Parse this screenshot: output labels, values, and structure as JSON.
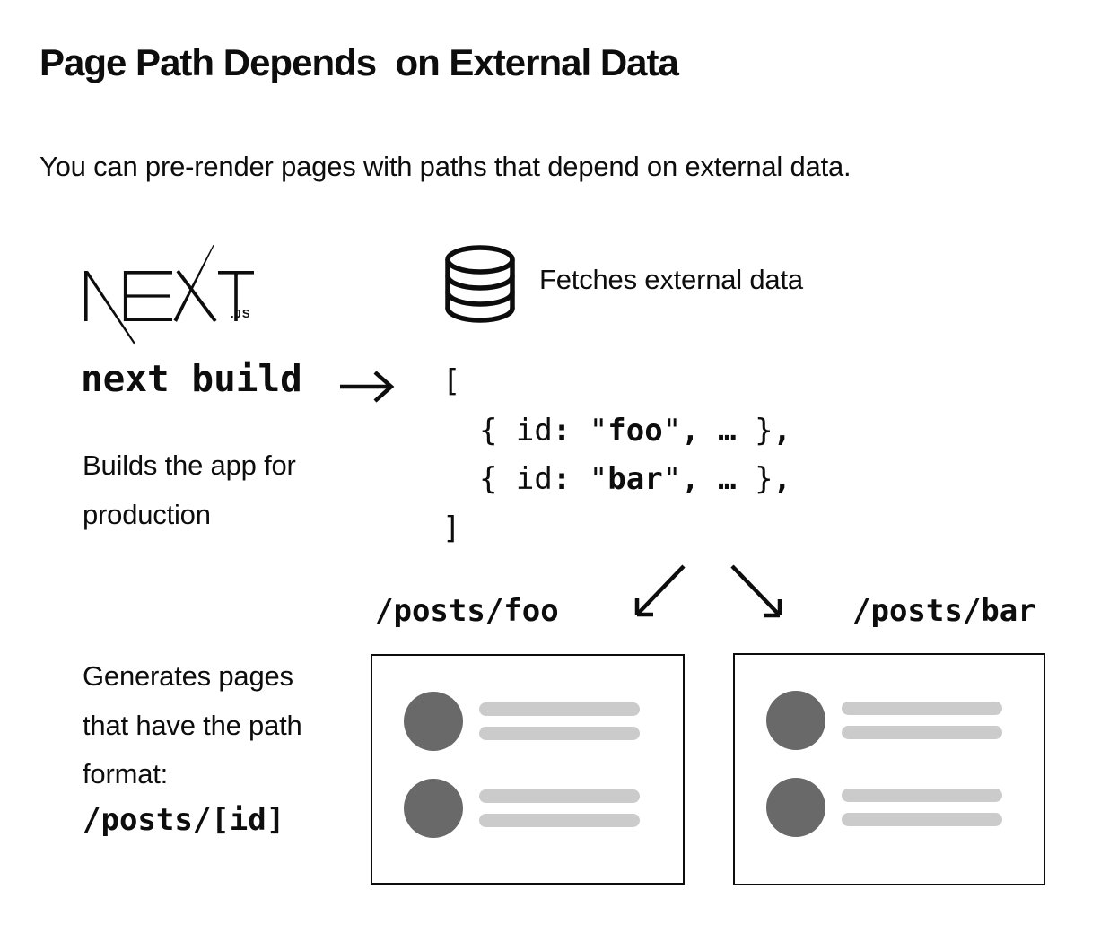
{
  "page": {
    "background_color": "#ffffff",
    "ink_color": "#0d0d0d"
  },
  "header": {
    "title": "Page Path Depends  on External Data",
    "subtitle": "You can pre-render pages with paths that depend on external data."
  },
  "build_section": {
    "logo_suffix": ".JS",
    "fetch_label": "Fetches external data",
    "command": "next build",
    "command_caption": "Builds the app for\nproduction",
    "code_lines": [
      [
        {
          "text": "[",
          "bold": false
        }
      ],
      [
        {
          "text": "  { id",
          "bold": false
        },
        {
          "text": ":",
          "bold": true
        },
        {
          "text": " \"",
          "bold": false
        },
        {
          "text": "foo",
          "bold": true
        },
        {
          "text": "\"",
          "bold": false
        },
        {
          "text": ", … ",
          "bold": true
        },
        {
          "text": "}",
          "bold": false
        },
        {
          "text": ",",
          "bold": true
        }
      ],
      [
        {
          "text": "  { id",
          "bold": false
        },
        {
          "text": ":",
          "bold": true
        },
        {
          "text": " \"",
          "bold": false
        },
        {
          "text": "bar",
          "bold": true
        },
        {
          "text": "\"",
          "bold": false
        },
        {
          "text": ", … ",
          "bold": true
        },
        {
          "text": "}",
          "bold": false
        },
        {
          "text": ",",
          "bold": true
        }
      ],
      [
        {
          "text": "]",
          "bold": false
        }
      ]
    ]
  },
  "output_section": {
    "caption": "Generates pages\nthat have the path\nformat:",
    "path_format": "/posts/[id]",
    "pages": [
      {
        "path_label": "/posts/foo"
      },
      {
        "path_label": "/posts/bar"
      }
    ],
    "placeholder_colors": {
      "avatar": "#696969",
      "bar": "#cbcbcb"
    }
  }
}
